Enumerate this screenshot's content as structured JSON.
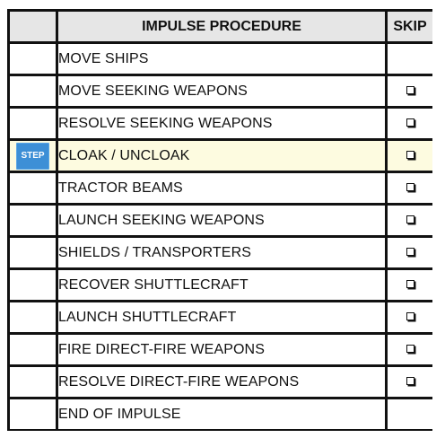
{
  "header": {
    "title": "IMPULSE PROCEDURE",
    "skip": "SKIP"
  },
  "step_badge": "STEP",
  "current_step_index": 3,
  "steps": [
    {
      "label": "MOVE SHIPS",
      "skippable": false
    },
    {
      "label": "MOVE SEEKING WEAPONS",
      "skippable": true
    },
    {
      "label": "RESOLVE SEEKING WEAPONS",
      "skippable": true
    },
    {
      "label": "CLOAK / UNCLOAK",
      "skippable": true
    },
    {
      "label": "TRACTOR BEAMS",
      "skippable": true
    },
    {
      "label": "LAUNCH SEEKING WEAPONS",
      "skippable": true
    },
    {
      "label": "SHIELDS / TRANSPORTERS",
      "skippable": true
    },
    {
      "label": "RECOVER SHUTTLECRAFT",
      "skippable": true
    },
    {
      "label": "LAUNCH SHUTTLECRAFT",
      "skippable": true
    },
    {
      "label": "FIRE DIRECT-FIRE WEAPONS",
      "skippable": true
    },
    {
      "label": "RESOLVE DIRECT-FIRE WEAPONS",
      "skippable": true
    },
    {
      "label": "END OF IMPULSE",
      "skippable": false
    }
  ],
  "icons": {
    "skip_checkbox": "checkbox-icon"
  },
  "colors": {
    "active_row": "#fdfbe0",
    "step_badge": "#3d8fd6",
    "header_bg": "#e6e6e6",
    "grid": "#111111"
  }
}
